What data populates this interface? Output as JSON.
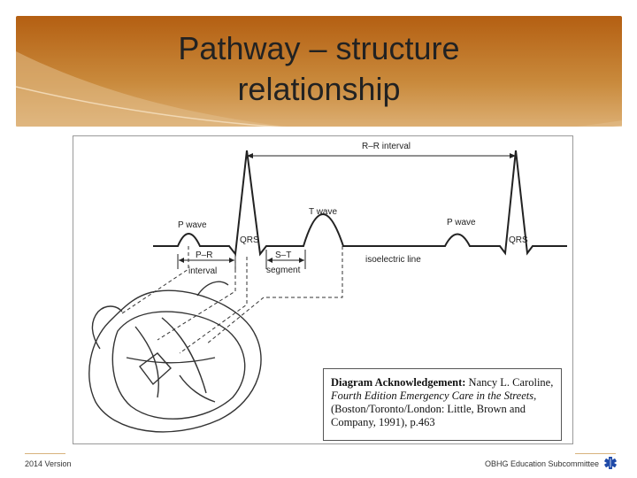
{
  "slide": {
    "title_line1": "Pathway – structure",
    "title_line2": "relationship",
    "footer_left": "2014 Version",
    "footer_right": "OBHG Education Subcommittee",
    "icon": "star-of-life-icon"
  },
  "diagram": {
    "labels": {
      "rr": "R–R interval",
      "p1": "P wave",
      "qrs1": "QRS",
      "t": "T wave",
      "p2": "P wave",
      "qrs2": "QRS",
      "pr1": "P–R",
      "pr2": "interval",
      "st1": "S–T",
      "st2": "segment",
      "iso": "isoelectric line"
    },
    "acknowledgement": {
      "heading": "Diagram Acknowledgement:",
      "author": "Nancy L. Caroline,",
      "book": "Fourth Edition Emergency Care in the Streets",
      "pub1": ", (Boston/Toronto/London:  Little, Brown and",
      "pub2": "Company, 1991), p.463"
    }
  },
  "colors": {
    "accent": "#b45f12",
    "band_light": "#dcae72",
    "icon": "#1f4aa8"
  }
}
